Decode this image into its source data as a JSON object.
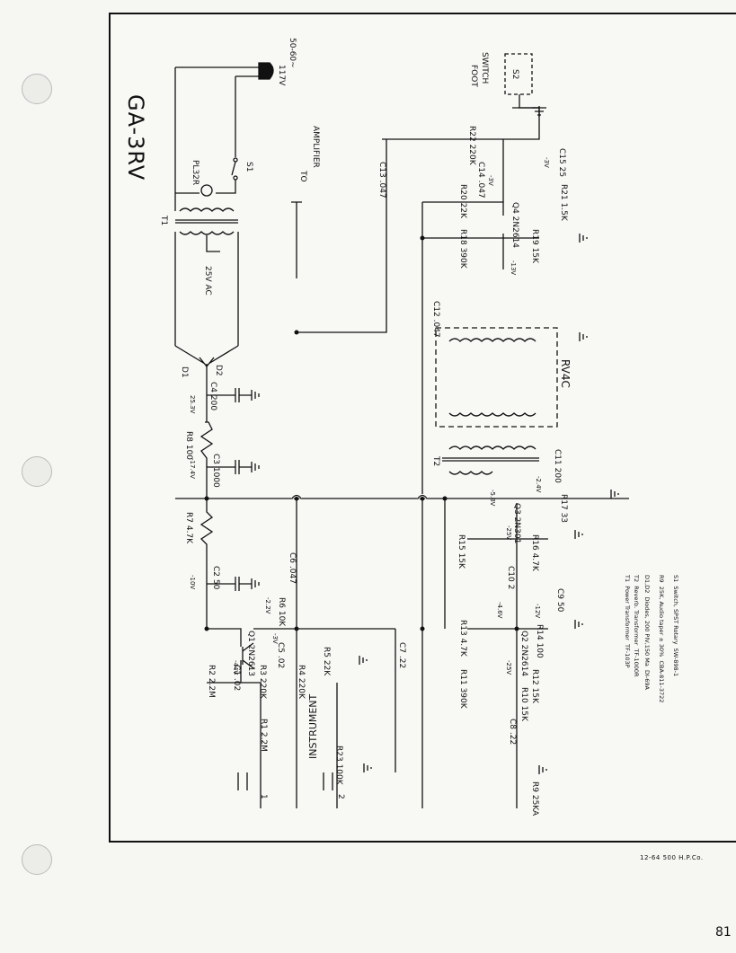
{
  "title": "GA-3RV",
  "page_number": "81",
  "footer_credit": "12-64  500  H.P.Co.",
  "labels": {
    "mains": "117V",
    "mains_freq": "50-60~",
    "foot_switch": "FOOT",
    "foot_switch_2": "SWITCH",
    "to": "TO",
    "amplifier": "AMPLIFIER",
    "instrument": "INSTRUMENT",
    "s1": "S1",
    "s2": "S2",
    "pilot": "PL32R",
    "t1": "T1",
    "t2": "T2",
    "rv4c": "RV4C",
    "ac_25": "25V AC",
    "d1": "D1",
    "d2": "D2",
    "in1": "1",
    "in2": "2"
  },
  "components": [
    {
      "id": "C13",
      "value": ".047"
    },
    {
      "id": "C14",
      "value": ".047"
    },
    {
      "id": "C15",
      "value": "25"
    },
    {
      "id": "C12",
      "value": ".047"
    },
    {
      "id": "C11",
      "value": "200"
    },
    {
      "id": "C10",
      "value": "2"
    },
    {
      "id": "C9",
      "value": "50"
    },
    {
      "id": "C8",
      "value": ".22"
    },
    {
      "id": "C7",
      "value": ".22"
    },
    {
      "id": "C6",
      "value": ".047"
    },
    {
      "id": "C5",
      "value": ".02"
    },
    {
      "id": "C4",
      "value": "200"
    },
    {
      "id": "C3",
      "value": "1000"
    },
    {
      "id": "C2",
      "value": "50"
    },
    {
      "id": "C1",
      "value": ".02"
    },
    {
      "id": "R22",
      "value": "220K"
    },
    {
      "id": "R20",
      "value": "22K"
    },
    {
      "id": "R21",
      "value": "1.5K"
    },
    {
      "id": "R18",
      "value": "390K"
    },
    {
      "id": "R19",
      "value": "15K"
    },
    {
      "id": "R17",
      "value": "33"
    },
    {
      "id": "R16",
      "value": "4.7K"
    },
    {
      "id": "R15",
      "value": "15K"
    },
    {
      "id": "R14",
      "value": "100"
    },
    {
      "id": "R13",
      "value": "4.7K"
    },
    {
      "id": "R12",
      "value": "15K"
    },
    {
      "id": "R11",
      "value": "390K"
    },
    {
      "id": "R10",
      "value": "15K"
    },
    {
      "id": "R9",
      "value": "25KA"
    },
    {
      "id": "R8",
      "value": "100"
    },
    {
      "id": "R7",
      "value": "4.7K"
    },
    {
      "id": "R6",
      "value": "10K"
    },
    {
      "id": "R5",
      "value": "22K"
    },
    {
      "id": "R4",
      "value": "220K"
    },
    {
      "id": "R3",
      "value": "220K"
    },
    {
      "id": "R2",
      "value": "2.2M"
    },
    {
      "id": "R1",
      "value": "2.2M"
    },
    {
      "id": "R23",
      "value": "100K"
    }
  ],
  "transistors": [
    {
      "id": "Q1",
      "type": "2N2613"
    },
    {
      "id": "Q2",
      "type": "2N2614"
    },
    {
      "id": "Q3",
      "type": "2N301"
    },
    {
      "id": "Q4",
      "type": "2N2614"
    }
  ],
  "voltages": [
    "-3V",
    "-3V",
    "-13V",
    "-2.4V",
    "-5.8V",
    "-25V",
    "-4.6V",
    "-12V",
    "-25V",
    "-44V",
    "-2.2V",
    "-3V",
    "-10V",
    "-17.4V",
    "25.3V"
  ],
  "legend": [
    {
      "ref": "T1",
      "desc": "Power Transformer",
      "part": "TF-103P"
    },
    {
      "ref": "T2",
      "desc": "Reverb. Transformer",
      "part": "TF-1000R"
    },
    {
      "ref": "D1,D2",
      "desc": "Diodes, 200 PIV,150 Ma",
      "part": "DI-69A"
    },
    {
      "ref": "R9",
      "desc": "25K, Audio taper ± 30%",
      "part": "CBA-811-3722"
    },
    {
      "ref": "S1",
      "desc": "Switch, SPST Rotary",
      "part": "SW-898-1"
    }
  ]
}
